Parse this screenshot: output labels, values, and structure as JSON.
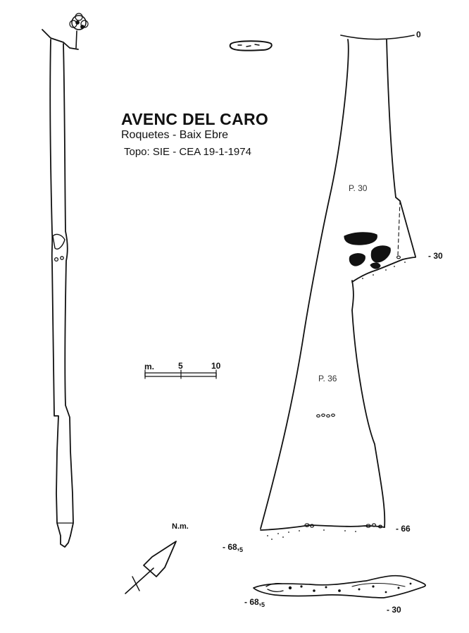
{
  "title": "AVENC DEL CARO",
  "subtitle": "Roquetes - Baix Ebre",
  "credit": "Topo: SIE - CEA  19-1-1974",
  "section_depths": {
    "surface": "0",
    "first_shelf": "- 30",
    "floor_right": "- 66",
    "floor_left_main": "- 68,",
    "floor_left_sub": "5"
  },
  "pitches": {
    "upper": "P. 30",
    "lower": "P. 36"
  },
  "scale_bar": {
    "unit": "m.",
    "mid": "5",
    "end": "10"
  },
  "north": {
    "label": "N.m."
  },
  "plan_labels": {
    "left_main": "- 68,",
    "left_sub": "5",
    "right": "- 30"
  }
}
